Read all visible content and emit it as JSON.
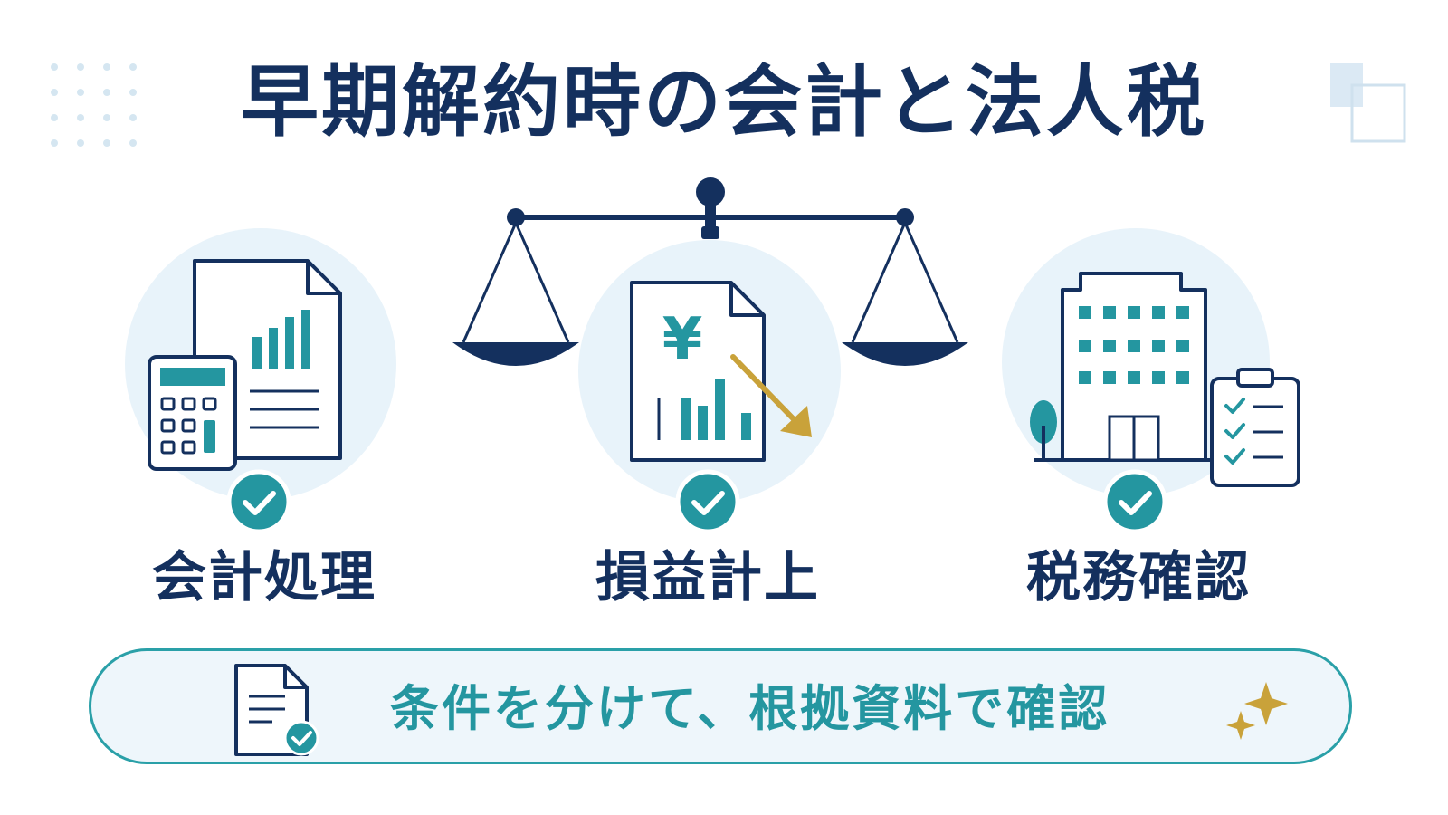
{
  "title": "早期解約時の会計と法人税",
  "items": [
    {
      "label": "会計処理",
      "icon": "calculator-report-icon"
    },
    {
      "label": "損益計上",
      "icon": "yen-document-decline-icon"
    },
    {
      "label": "税務確認",
      "icon": "office-building-checklist-icon"
    }
  ],
  "yen_symbol": "¥",
  "banner": {
    "text": "条件を分けて、根拠資料で確認"
  },
  "colors": {
    "navy": "#14305e",
    "teal": "#2496a0",
    "circle_bg": "#e8f3fa",
    "gold": "#c9a23a",
    "banner_border": "#2aa0a8"
  }
}
